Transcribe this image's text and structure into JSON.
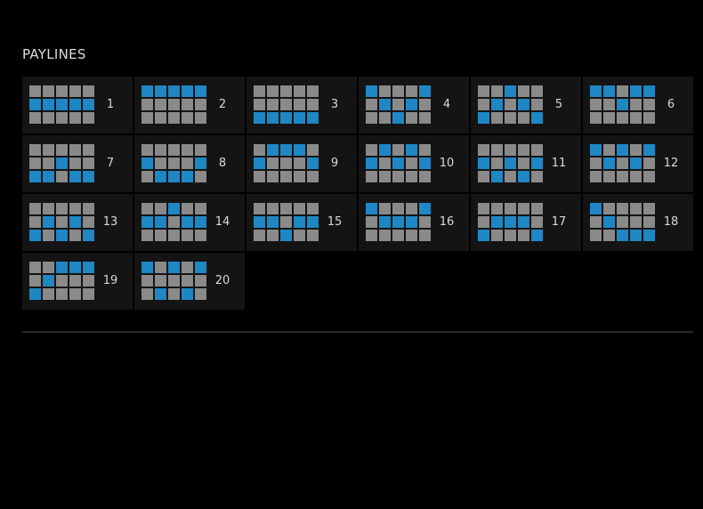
{
  "title": "PAYLINES",
  "colors": {
    "background": "#000000",
    "cell": "#141414",
    "active": "#1e87c4",
    "inactive": "#8a8a8a"
  },
  "paylines": [
    {
      "number": "1",
      "rows": [
        1,
        1,
        1,
        1,
        1
      ]
    },
    {
      "number": "2",
      "rows": [
        0,
        0,
        0,
        0,
        0
      ]
    },
    {
      "number": "3",
      "rows": [
        2,
        2,
        2,
        2,
        2
      ]
    },
    {
      "number": "4",
      "rows": [
        0,
        1,
        2,
        1,
        0
      ]
    },
    {
      "number": "5",
      "rows": [
        2,
        1,
        0,
        1,
        2
      ]
    },
    {
      "number": "6",
      "rows": [
        0,
        0,
        1,
        0,
        0
      ]
    },
    {
      "number": "7",
      "rows": [
        2,
        2,
        1,
        2,
        2
      ]
    },
    {
      "number": "8",
      "rows": [
        1,
        2,
        2,
        2,
        1
      ]
    },
    {
      "number": "9",
      "rows": [
        1,
        0,
        0,
        0,
        1
      ]
    },
    {
      "number": "10",
      "rows": [
        1,
        0,
        1,
        0,
        1
      ]
    },
    {
      "number": "11",
      "rows": [
        1,
        2,
        1,
        2,
        1
      ]
    },
    {
      "number": "12",
      "rows": [
        0,
        1,
        0,
        1,
        0
      ]
    },
    {
      "number": "13",
      "rows": [
        2,
        1,
        2,
        1,
        2
      ]
    },
    {
      "number": "14",
      "rows": [
        1,
        1,
        0,
        1,
        1
      ]
    },
    {
      "number": "15",
      "rows": [
        1,
        1,
        2,
        1,
        1
      ]
    },
    {
      "number": "16",
      "rows": [
        0,
        1,
        1,
        1,
        0
      ]
    },
    {
      "number": "17",
      "rows": [
        2,
        1,
        1,
        1,
        2
      ]
    },
    {
      "number": "18",
      "rows": [
        0,
        1,
        2,
        2,
        2
      ]
    },
    {
      "number": "19",
      "rows": [
        2,
        1,
        0,
        0,
        0
      ]
    },
    {
      "number": "20",
      "rows": [
        0,
        2,
        0,
        2,
        0
      ]
    }
  ]
}
